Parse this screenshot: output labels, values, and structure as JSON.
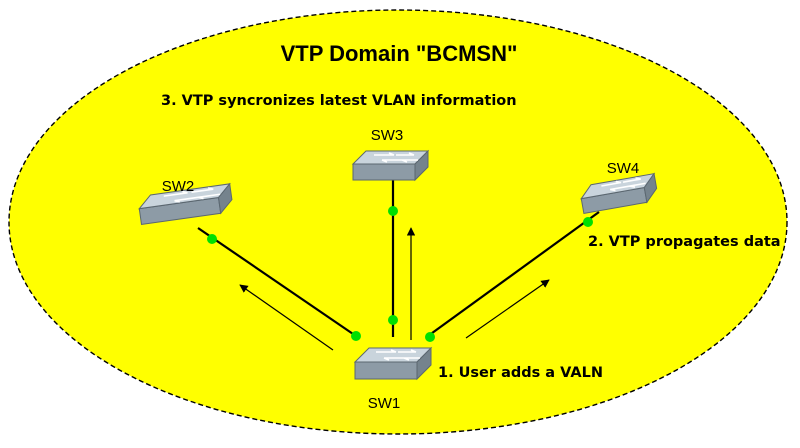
{
  "diagram": {
    "title": "VTP Domain \"BCMSN\"",
    "annotations": {
      "step1": "1. User adds a VALN",
      "step2": "2. VTP propagates data",
      "step3": "3. VTP syncronizes latest VLAN information"
    },
    "switches": {
      "sw1": "SW1",
      "sw2": "SW2",
      "sw3": "SW3",
      "sw4": "SW4"
    },
    "colors": {
      "domain_fill": "#ffff00",
      "domain_border": "#000000",
      "link_dot": "#00e000",
      "switch_top": "#c9d4dc",
      "switch_side": "#8d9ba6"
    }
  }
}
